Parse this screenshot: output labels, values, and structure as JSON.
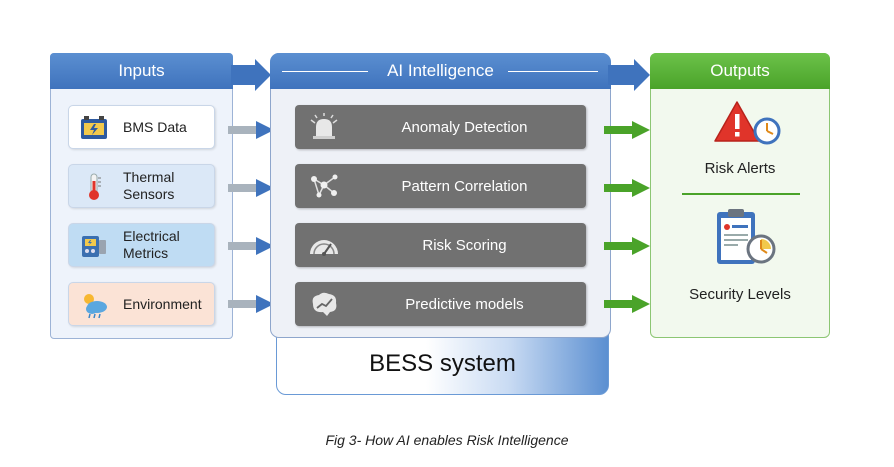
{
  "inputs": {
    "title": "Inputs",
    "items": [
      {
        "label": "BMS Data",
        "icon": "battery-icon",
        "bg": "#ffffff"
      },
      {
        "label": "Thermal Sensors",
        "icon": "thermometer-icon",
        "bg": "#dbe8f7"
      },
      {
        "label": "Electrical Metrics",
        "icon": "electrical-meter-icon",
        "bg": "#bfdcf3"
      },
      {
        "label": "Environment",
        "icon": "weather-icon",
        "bg": "#fbe3d6"
      }
    ]
  },
  "ai": {
    "title": "AI Intelligence",
    "items": [
      {
        "label": "Anomaly Detection",
        "icon": "alarm-bell-icon"
      },
      {
        "label": "Pattern Correlation",
        "icon": "network-nodes-icon"
      },
      {
        "label": "Risk Scoring",
        "icon": "gauge-icon"
      },
      {
        "label": "Predictive models",
        "icon": "brain-chart-icon"
      }
    ],
    "system_label": "BESS system"
  },
  "outputs": {
    "title": "Outputs",
    "items": [
      {
        "label": "Risk Alerts",
        "icon": "warning-clock-icon"
      },
      {
        "label": "Security Levels",
        "icon": "clipboard-clock-icon"
      }
    ]
  },
  "caption": "Fig 3- How AI enables Risk Intelligence",
  "colors": {
    "blue": "#3f73bd",
    "green": "#4aa329",
    "gray_card": "#717171",
    "gray_arrow": "#a9b3bd"
  }
}
